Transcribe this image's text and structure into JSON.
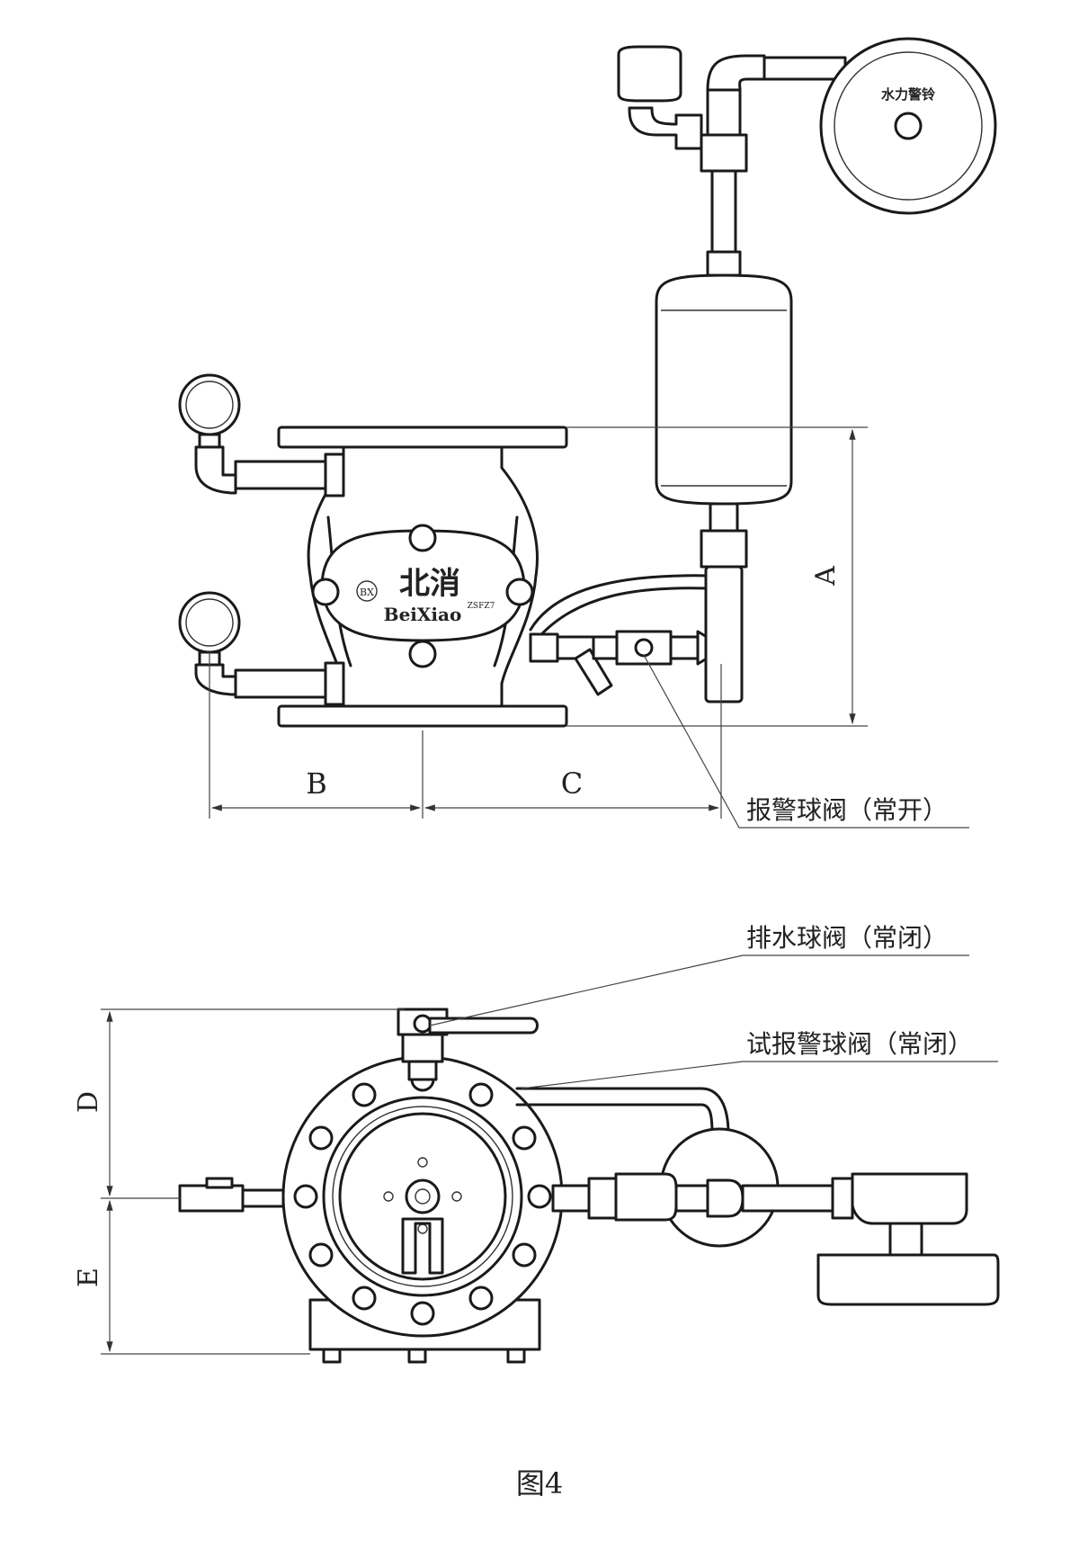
{
  "dimensions": {
    "A": "A",
    "B": "B",
    "C": "C",
    "D": "D",
    "E": "E"
  },
  "labels": {
    "alarm_valve": "报警球阀（常开）",
    "drain_valve": "排水球阀（常闭）",
    "test_valve": "试报警球阀（常闭）"
  },
  "logo": {
    "cn": "北消",
    "en": "BeiXiao",
    "mark": "BX",
    "code": "ZSFZ7",
    "bell": "水力警铃"
  },
  "caption": "图4"
}
